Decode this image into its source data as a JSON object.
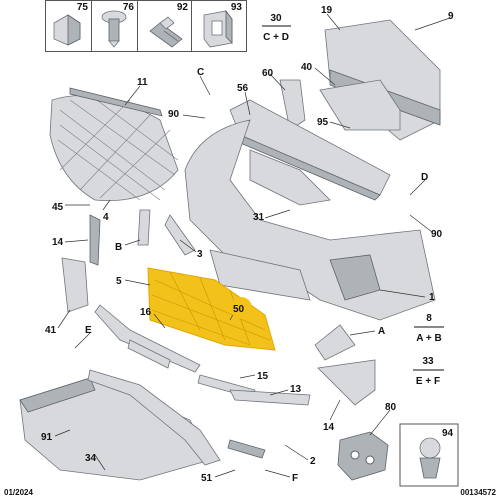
{
  "fasteners": [
    {
      "num": "75",
      "icon": "clip-icon"
    },
    {
      "num": "76",
      "icon": "push-rivet-icon"
    },
    {
      "num": "92",
      "icon": "screw-icon"
    },
    {
      "num": "93",
      "icon": "square-nut-icon"
    }
  ],
  "groups": [
    {
      "num": "30",
      "expr": "C + D"
    },
    {
      "num": "8",
      "expr": "A + B"
    },
    {
      "num": "33",
      "expr": "E + F"
    }
  ],
  "callouts": {
    "c19": "19",
    "c9": "9",
    "c11": "11",
    "cC": "C",
    "c60": "60",
    "c40": "40",
    "c56": "56",
    "c90a": "90",
    "c95": "95",
    "cD": "D",
    "c45": "45",
    "c4": "4",
    "c31": "31",
    "c90b": "90",
    "c14a": "14",
    "cB": "B",
    "c3": "3",
    "c1": "1",
    "c5": "5",
    "c50": "50",
    "c16": "16",
    "c41": "41",
    "cE": "E",
    "cA": "A",
    "c15": "15",
    "c13": "13",
    "c14b": "14",
    "c80": "80",
    "c91": "91",
    "c34": "34",
    "c2": "2",
    "c51": "51",
    "cF": "F"
  },
  "hardware": {
    "num": "94"
  },
  "footer": {
    "date": "01/2024",
    "code": "00134572"
  },
  "colors": {
    "highlight": "#f2c21b",
    "part": "#d7d9dc",
    "outline": "#6f757b"
  }
}
